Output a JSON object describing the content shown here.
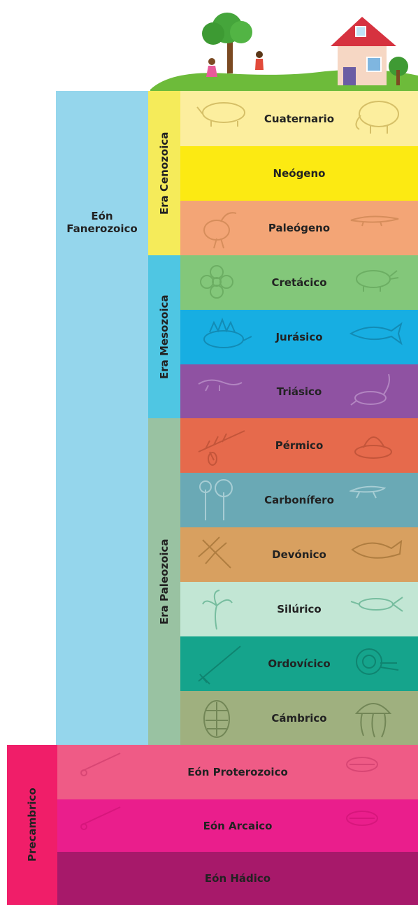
{
  "eon_fanerozoico": {
    "label": "Eón\nFanerozoico",
    "color": "#95d6ec"
  },
  "eras": [
    {
      "key": "cenozoica",
      "label": "Era Cenozoica",
      "color": "#f5eb5a"
    },
    {
      "key": "mesozoica",
      "label": "Era Mesozoica",
      "color": "#4fc6e3"
    },
    {
      "key": "paleozoica",
      "label": "Era Paleozoica",
      "color": "#99c2a2"
    }
  ],
  "periods": [
    {
      "name": "Cuaternario",
      "color": "#fcee9e",
      "icon_left": "woolly-rhino-icon",
      "icon_right": "mammoth-icon",
      "ink": "#b79a3b"
    },
    {
      "name": "Neógeno",
      "color": "#fcea12",
      "icon_left": "",
      "icon_right": "",
      "ink": "#b79a3b"
    },
    {
      "name": "Paleógeno",
      "color": "#f3a576",
      "icon_left": "terror-bird-icon",
      "icon_right": "crocodile-icon",
      "ink": "#c07a45"
    },
    {
      "name": "Cretácico",
      "color": "#83c77a",
      "icon_left": "flower-icon",
      "icon_right": "triceratops-icon",
      "ink": "#5b9a52"
    },
    {
      "name": "Jurásico",
      "color": "#17aee2",
      "icon_left": "stegosaurus-icon",
      "icon_right": "ichthyosaur-icon",
      "ink": "#0e6f92"
    },
    {
      "name": "Triásico",
      "color": "#8f52a2",
      "icon_left": "small-reptile-icon",
      "icon_right": "plesiosaur-icon",
      "ink": "#cfb0dc"
    },
    {
      "name": "Pérmico",
      "color": "#e66a4c",
      "icon_left": "conifer-branch-icon",
      "icon_right": "dimetrodon-icon",
      "ink": "#a8442c"
    },
    {
      "name": "Carbonífero",
      "color": "#6aa9b5",
      "icon_left": "giant-trees-icon",
      "icon_right": "amphibian-icon",
      "ink": "#d9ecef"
    },
    {
      "name": "Devónico",
      "color": "#d8a060",
      "icon_left": "dragonfly-icon",
      "icon_right": "fish-icon",
      "ink": "#8e6227"
    },
    {
      "name": "Silúrico",
      "color": "#c2e6d4",
      "icon_left": "sea-lily-icon",
      "icon_right": "sea-scorpion-icon",
      "ink": "#3a9d74"
    },
    {
      "name": "Ordovícico",
      "color": "#15a48c",
      "icon_left": "orthocone-icon",
      "icon_right": "nautiloid-icon",
      "ink": "#0b6a5a"
    },
    {
      "name": "Cámbrico",
      "color": "#9fb07f",
      "icon_left": "trilobite-icon",
      "icon_right": "jellyfish-icon",
      "ink": "#4e6536"
    }
  ],
  "precambrico": {
    "label": "Precambrico",
    "color": "#f01e69",
    "eons": [
      {
        "name": "Eón Proterozoico",
        "color": "#ef5b86",
        "ink": "#c73666"
      },
      {
        "name": "Eón Arcaico",
        "color": "#ea1e8c",
        "ink": "#c81070"
      },
      {
        "name": "Eón Hádico",
        "color": "#a7196a",
        "ink": "#86104f"
      }
    ]
  },
  "scene": {
    "icons": [
      "tree-icon",
      "children-icon",
      "house-icon"
    ]
  }
}
